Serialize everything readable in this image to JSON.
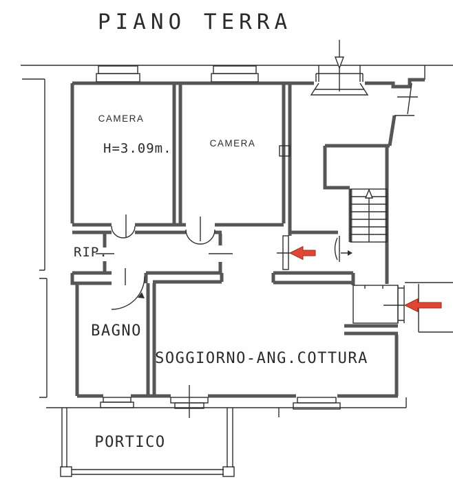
{
  "title": "PIANO TERRA",
  "plan": {
    "rooms": [
      {
        "id": "camera-left",
        "label": "CAMERA",
        "note": "H=3.09m."
      },
      {
        "id": "camera-center",
        "label": "CAMERA"
      },
      {
        "id": "storage",
        "label": "RIP."
      },
      {
        "id": "bathroom",
        "label": "BAGNO"
      },
      {
        "id": "living-kitchen",
        "label": "SOGGIORNO-ANG.COTTURA"
      },
      {
        "id": "porch",
        "label": "PORTICO"
      }
    ],
    "stairs": {
      "direction": "up"
    },
    "colors": {
      "walls": "#565656",
      "lines": "#2f2f2f",
      "entrance_arrow": "#df4734",
      "background": "#fefefe"
    }
  }
}
